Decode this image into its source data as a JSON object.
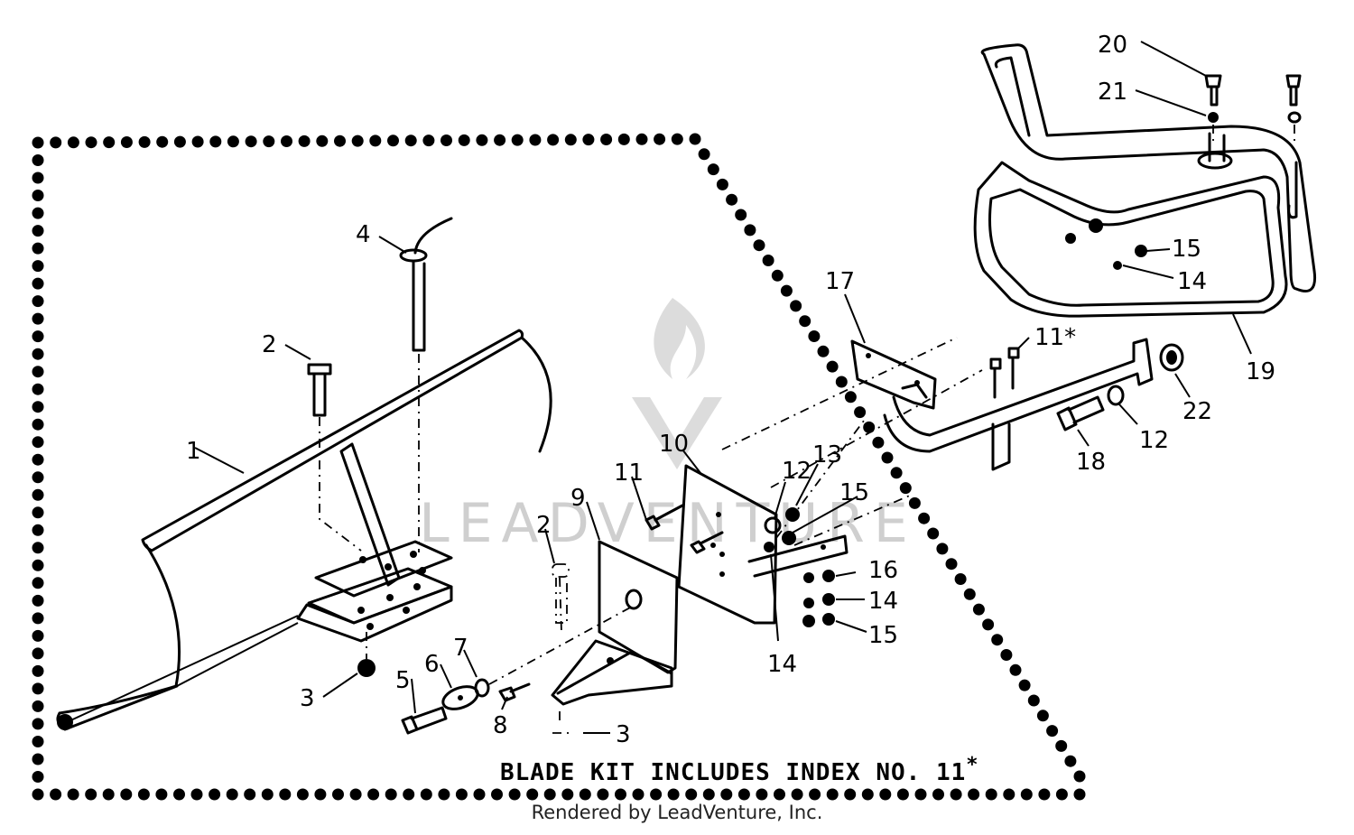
{
  "diagram": {
    "caption": "BLADE KIT  INCLUDES INDEX NO. 11",
    "caption_mark": "*",
    "footer": "Rendered by LeadVenture, Inc.",
    "watermark": "LEADVENTURE",
    "callouts": [
      {
        "id": "1",
        "text": "1"
      },
      {
        "id": "2a",
        "text": "2"
      },
      {
        "id": "2b",
        "text": "2"
      },
      {
        "id": "3a",
        "text": "3"
      },
      {
        "id": "3b",
        "text": "3"
      },
      {
        "id": "4",
        "text": "4"
      },
      {
        "id": "5",
        "text": "5"
      },
      {
        "id": "6",
        "text": "6"
      },
      {
        "id": "7",
        "text": "7"
      },
      {
        "id": "8",
        "text": "8"
      },
      {
        "id": "9",
        "text": "9"
      },
      {
        "id": "10",
        "text": "10"
      },
      {
        "id": "11a",
        "text": "11"
      },
      {
        "id": "11b",
        "text": "11*"
      },
      {
        "id": "12a",
        "text": "12"
      },
      {
        "id": "12b",
        "text": "12"
      },
      {
        "id": "13",
        "text": "13"
      },
      {
        "id": "14a",
        "text": "14"
      },
      {
        "id": "14b",
        "text": "14"
      },
      {
        "id": "14c",
        "text": "14"
      },
      {
        "id": "15a",
        "text": "15"
      },
      {
        "id": "15b",
        "text": "15"
      },
      {
        "id": "15c",
        "text": "15"
      },
      {
        "id": "16",
        "text": "16"
      },
      {
        "id": "17",
        "text": "17"
      },
      {
        "id": "18",
        "text": "18"
      },
      {
        "id": "19",
        "text": "19"
      },
      {
        "id": "20",
        "text": "20"
      },
      {
        "id": "21",
        "text": "21"
      },
      {
        "id": "22",
        "text": "22"
      }
    ]
  }
}
